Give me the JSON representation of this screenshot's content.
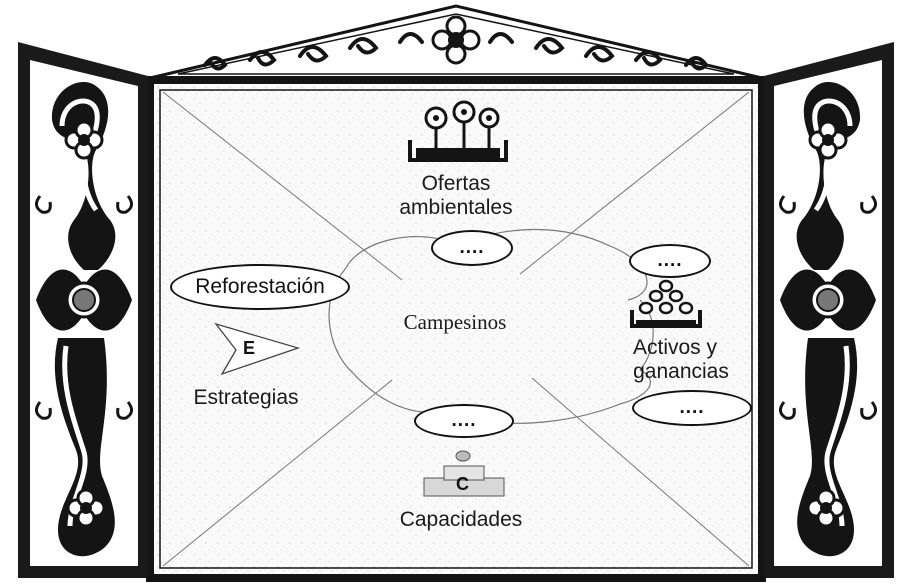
{
  "diagram": {
    "center": "Campesinos",
    "nodes": {
      "top": "Ofertas ambientales",
      "top_line1": "Ofertas",
      "top_line2": "ambientales",
      "right_line1": "Activos y",
      "right_line2": "ganancias",
      "bottom": "Capacidades",
      "left": "Estrategias"
    },
    "strategy_pill": "Reforestación",
    "strategy_marker": "E",
    "capacities_marker": "C",
    "placeholders": {
      "top": "....",
      "right_top": "....",
      "right_bottom": "....",
      "bottom": "...."
    }
  },
  "colors": {
    "frame_dark": "#141414",
    "panel_bg": "#f6f6f6",
    "line": "#777777"
  }
}
